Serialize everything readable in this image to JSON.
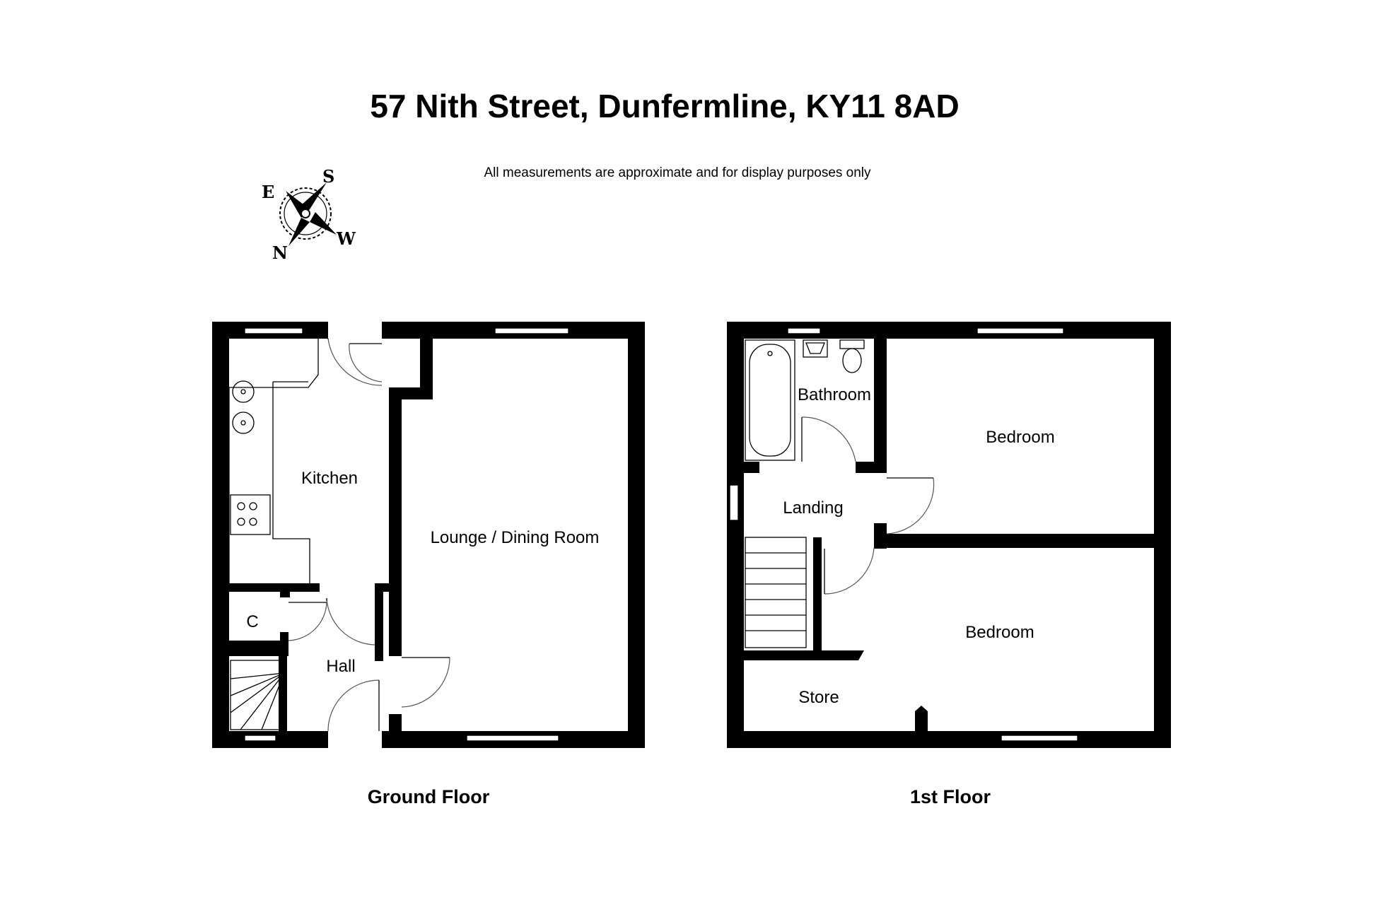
{
  "header": {
    "title": "57 Nith Street, Dunfermline, KY11 8AD",
    "disclaimer": "All measurements are approximate and for display purposes only"
  },
  "compass": {
    "east": "E",
    "south": "S",
    "west": "W",
    "north": "N"
  },
  "ground_floor": {
    "label": "Ground Floor",
    "rooms": {
      "kitchen": "Kitchen",
      "lounge": "Lounge / Dining Room",
      "cupboard": "C",
      "hall": "Hall"
    }
  },
  "first_floor": {
    "label": "1st Floor",
    "rooms": {
      "bathroom": "Bathroom",
      "bedroom_front": "Bedroom",
      "landing": "Landing",
      "bedroom_rear": "Bedroom",
      "store": "Store"
    }
  },
  "colors": {
    "wall": "#000000",
    "background": "#ffffff"
  }
}
